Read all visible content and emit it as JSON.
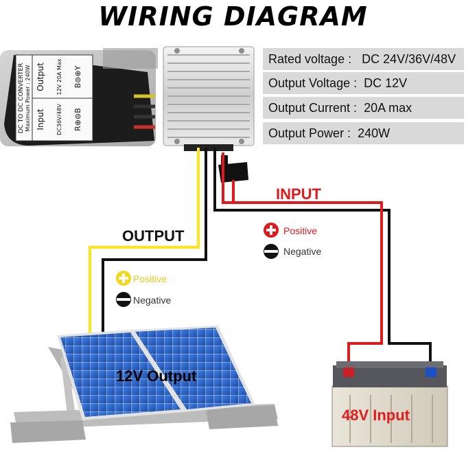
{
  "title": "WIRING DIAGRAM",
  "specs": [
    {
      "label": "Rated voltage :",
      "value": "DC 24V/36V/48V"
    },
    {
      "label": "Output Voltage :",
      "value": "DC 12V"
    },
    {
      "label": "Output Current :",
      "value": "20A max"
    },
    {
      "label": "Output Power :",
      "value": "240W"
    }
  ],
  "converter_label": {
    "title": "DC TO DC CONVERTER",
    "power": "Maximum Power : 240W",
    "input_heading": "Input",
    "output_heading": "Output",
    "input_spec": "DC36V/48V",
    "output_spec": "12V 20A Max",
    "input_terms": "R⊕⊜B",
    "output_terms": "B⊜⊕Y"
  },
  "output_section": {
    "label": "OUTPUT",
    "positive": "Positive",
    "negative": "Negative"
  },
  "input_section": {
    "label": "INPUT",
    "positive": "Positive",
    "negative": "Negative"
  },
  "panel_label": "12V Output",
  "battery_label": "48V Input",
  "colors": {
    "red_wire": "#e0191c",
    "yellow_wire": "#ffe41a",
    "black_wire": "#111111",
    "panel_blue": "#1f57b8",
    "spec_bg": "#d9d9d9"
  }
}
